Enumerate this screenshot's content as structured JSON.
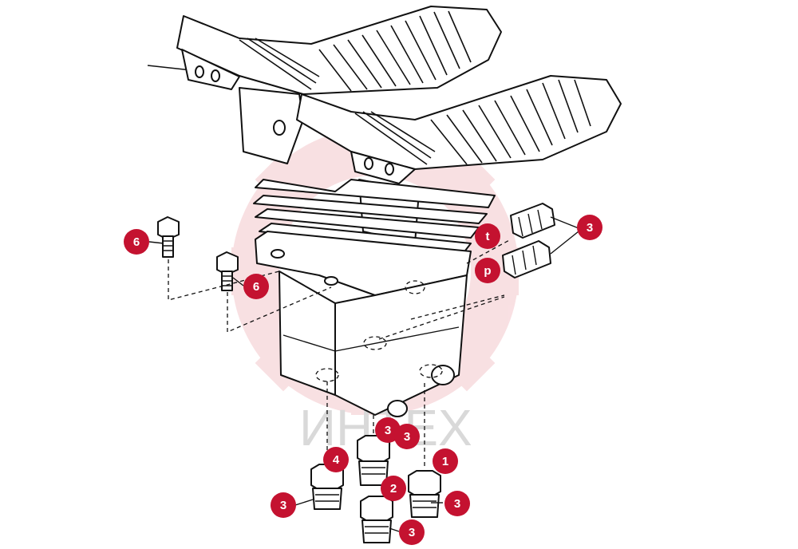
{
  "watermark": {
    "text": "ИНТЕХ",
    "gear_color": "#f4c7cc",
    "text_color": "#d9d9d9"
  },
  "callout_color": "#c41230",
  "callouts": {
    "bolt_left": "6",
    "bolt_right": "6",
    "fitting_pair": "3",
    "port_t": "t",
    "port_p": "p",
    "underside_a": "3",
    "underside_b": "3",
    "port_4": "4",
    "port_1": "1",
    "port_2": "2",
    "fitting_4": "3",
    "fitting_1": "3",
    "fitting_2": "3"
  }
}
